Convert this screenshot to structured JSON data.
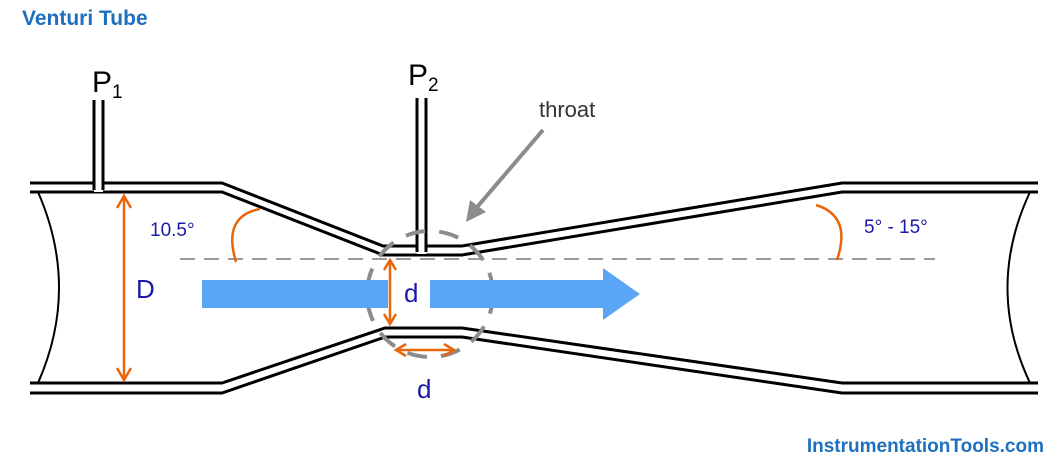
{
  "title": "Venturi Tube",
  "brand": "InstrumentationTools.com",
  "labels": {
    "p1": {
      "base": "P",
      "sub": "1"
    },
    "p2": {
      "base": "P",
      "sub": "2"
    },
    "throat": "throat",
    "inlet_diameter": "D",
    "throat_diameter": "d",
    "throat_length": "d",
    "inlet_angle": "10.5°",
    "outlet_angle": "5° - 15°"
  },
  "colors": {
    "title": "#1f6fbf",
    "pipe": "#000000",
    "flow_arrow": "#5aa5f5",
    "dimension": "#e8650a",
    "dimension_text": "#1a1aa8",
    "centerline": "#9a9a9a",
    "throat_marker": "#8c8c8c"
  }
}
